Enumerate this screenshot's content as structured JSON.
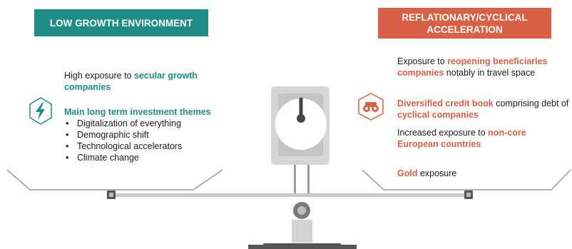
{
  "left": {
    "title": "LOW GROWTH ENVIRONMENT",
    "exposure": {
      "prefix": "High exposure to ",
      "highlight": "secular growth companies"
    },
    "themes_heading": "Main long term investment themes",
    "themes": [
      "Digitalization of everything",
      "Demographic shift",
      "Technological accelerators",
      "Climate change"
    ],
    "icon": "lightning-bolt-hexagon-icon"
  },
  "right": {
    "title": "REFLATIONARY/CYCLICAL ACCELERATION",
    "reopening": {
      "prefix": "Exposure to ",
      "highlight": "reopening beneficiaries companies",
      "suffix": " notably in travel space"
    },
    "credit": {
      "highlight": "Diversified credit book",
      "middle": " comprising debt of ",
      "highlight2": "cyclical companies"
    },
    "noncore": {
      "prefix": "Increased exposure to ",
      "highlight": "non-core European countries"
    },
    "gold": {
      "highlight": "Gold",
      "suffix": " exposure"
    },
    "icon": "binoculars-hexagon-icon"
  },
  "scale_icon": "balance-scale-icon",
  "colors": {
    "teal": "#1f8c87",
    "orange": "#d95f45",
    "gray": "#8a8a8a"
  }
}
